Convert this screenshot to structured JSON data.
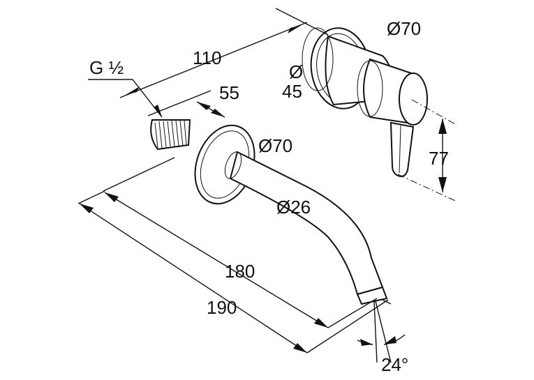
{
  "labels": {
    "thread": "G ½",
    "len_110": "110",
    "len_55": "55",
    "dia_70_top": "Ø70",
    "dia_45_sym": "Ø",
    "dia_45_val": "45",
    "dia_70_rosette": "Ø70",
    "dia_26": "Ø26",
    "height_77": "77",
    "len_180": "180",
    "len_190": "190",
    "angle_24": "24°"
  }
}
